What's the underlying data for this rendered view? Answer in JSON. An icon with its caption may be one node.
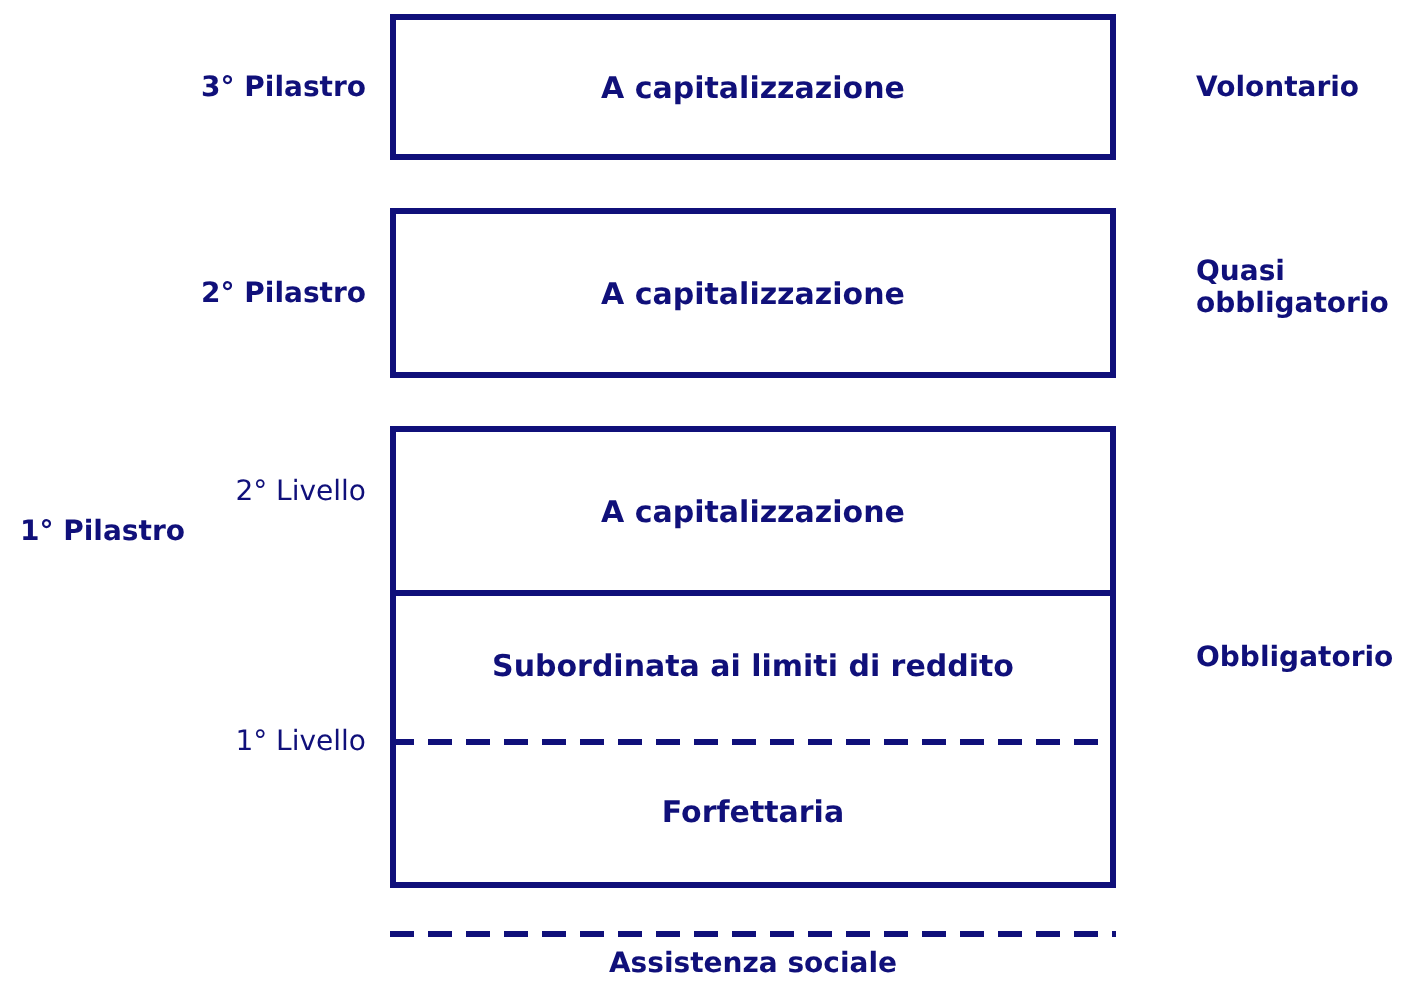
{
  "diagram": {
    "nodes": [
      {
        "text": [
          "A capitalizzazione"
        ]
      },
      {
        "text": [
          "A capitalizzazione"
        ]
      },
      {
        "text": [
          "A capitalizzazione"
        ]
      },
      {
        "text": [
          "Subordinata ai limiti di reddito"
        ]
      },
      {
        "text": [
          "Forfettaria"
        ]
      }
    ],
    "edges": [],
    "labels": [
      "3° Pilastro",
      "Volontario",
      "2° Pilastro",
      "Quasi obbligatorio",
      "2° Livello",
      "1° Pilastro",
      "Obbligatorio",
      "1° Livello",
      "Assistenza sociale"
    ]
  }
}
